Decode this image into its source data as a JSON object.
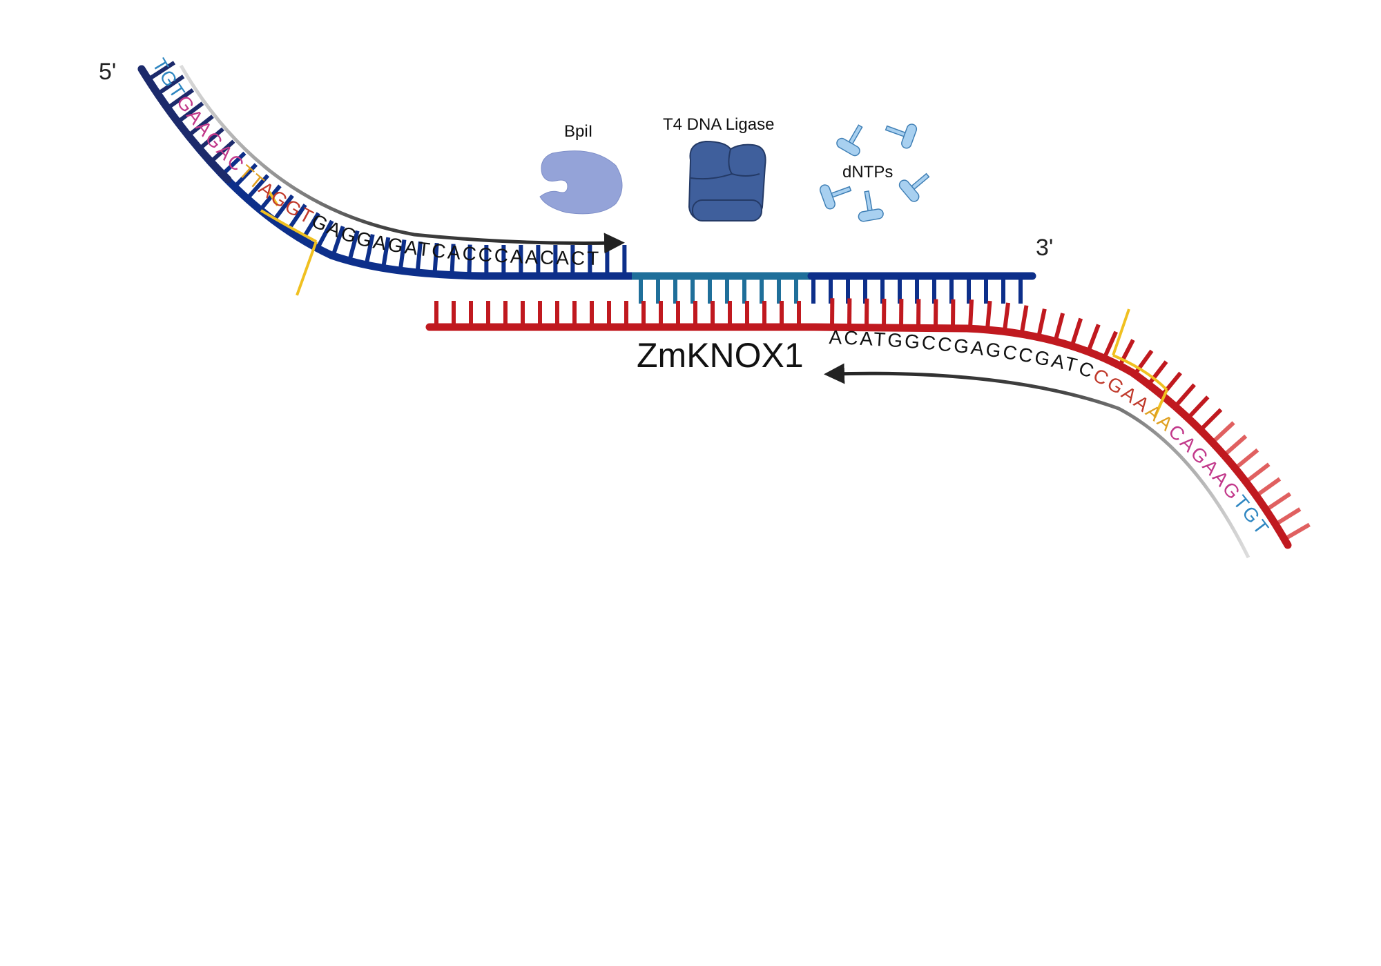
{
  "labels": {
    "five_prime": "5'",
    "three_prime": "3'",
    "gene": "ZmKNOX1",
    "enzyme_bpil": "BpiI",
    "enzyme_ligase": "T4 DNA Ligase",
    "dntps": "dNTPs"
  },
  "primers": {
    "forward": {
      "segments": [
        {
          "seq": "TGT",
          "color": "#2e86c1"
        },
        {
          "seq": "GAAGAC",
          "color": "#c2388a"
        },
        {
          "seq": "TT",
          "color": "#e0a020"
        },
        {
          "seq": "AGGT",
          "color": "#c0392b"
        },
        {
          "seq": "GAGGAGATCACCCAACACT",
          "color": "#111111"
        }
      ]
    },
    "reverse": {
      "segments": [
        {
          "seq": "ACATGGCCGAGCCGATC",
          "color": "#111111"
        },
        {
          "seq": "CGAA",
          "color": "#c0392b"
        },
        {
          "seq": "AA",
          "color": "#e0a020"
        },
        {
          "seq": "CAGAAG",
          "color": "#c2388a"
        },
        {
          "seq": "TGT",
          "color": "#2e86c1"
        }
      ]
    }
  },
  "colors": {
    "top_strand": "#0d2f8a",
    "top_strand_dark": "#1c2a6b",
    "overlap_strand": "#1f6f9a",
    "bottom_strand": "#c0191f",
    "bottom_strand_light": "#e06060",
    "cut_line": "#f0c020",
    "arrow": "#222222",
    "bpil": "#94a3d8",
    "ligase": "#3f5f9c",
    "ligase_dark": "#243a66",
    "dntp": "#a8d0f0",
    "dntp_stroke": "#3f7fb5"
  }
}
